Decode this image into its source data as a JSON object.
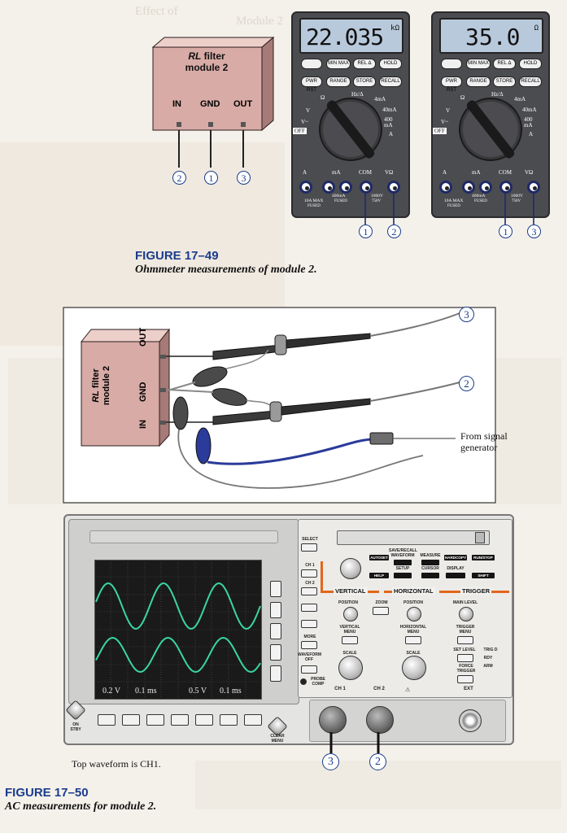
{
  "background_text": [
    "Effect of",
    "Module 2"
  ],
  "module": {
    "title_italic": "RL",
    "title_rest": " filter",
    "title_line2": "module 2",
    "pins": [
      "IN",
      "GND",
      "OUT"
    ],
    "pin_numbers": [
      "2",
      "1",
      "3"
    ]
  },
  "meters": [
    {
      "reading": "22.035",
      "unit": "kΩ",
      "probe_numbers": [
        "1",
        "2"
      ]
    },
    {
      "reading": "35.0",
      "unit": "Ω",
      "probe_numbers": [
        "1",
        "3"
      ]
    }
  ],
  "meter_buttons": [
    "MIN MAX",
    "REL Δ",
    "HOLD",
    "PWR RST",
    "RANGE",
    "STORE",
    "RECALL"
  ],
  "meter_labels": {
    "ohm": "Ω",
    "hz": "Hz/Δ",
    "ma4": "4mA",
    "ma40": "40mA",
    "ma400": "400 mA",
    "aac": "A",
    "vdc": "V",
    "vac": "V~",
    "off": "OFF",
    "jack_a": "A",
    "jack_ma": "mA",
    "jack_com": "COM",
    "jack_v": "VΩ",
    "fuse1": "10A MAX",
    "fuse1b": "FUSED",
    "fuse2": "400mA",
    "fuse2b": "FUSED",
    "maxv": "1000V",
    "maxv2": "750V"
  },
  "fig49": {
    "number": "FIGURE 17–49",
    "title": "Ohmmeter measurements of module 2."
  },
  "probe_setup": {
    "labels": [
      "OUT",
      "GND",
      "IN"
    ],
    "callouts": [
      "3",
      "2"
    ],
    "signal_label": [
      "From signal",
      "generator"
    ]
  },
  "scope": {
    "readouts": [
      "0.2 V",
      "0.1 ms",
      "0.5 V",
      "0.1 ms"
    ],
    "left_buttons": [
      "CH 1",
      "CH 2",
      "MORE",
      "WAVEFORM OFF",
      "PROBE COMP"
    ],
    "top_buttons": [
      "SELECT",
      "AUTOSET",
      "SAVE/RECALL WAVEFORM",
      "MEASURE",
      "HARDCOPY",
      "RUN/STOP",
      "HELP",
      "SETUP",
      "CURSOR",
      "DISPLAY",
      "SHIFT"
    ],
    "sections": [
      "VERTICAL",
      "HORIZONTAL",
      "TRIGGER"
    ],
    "controls": [
      "POSITION",
      "ZOOM",
      "POSITION",
      "MAIN LEVEL",
      "VERTICAL MENU",
      "HORIZONTAL MENU",
      "TRIGGER MENU",
      "SCALE",
      "SCALE",
      "SET LEVEL",
      "TRIG D",
      "RDY",
      "ARM",
      "FORCE TRIGGER"
    ],
    "inputs": [
      "CH 1",
      "CH 2",
      "EXT"
    ],
    "power": [
      "ON",
      "STBY"
    ],
    "clear": [
      "CLEAR",
      "MENU"
    ],
    "callouts": [
      "3",
      "2"
    ]
  },
  "note": "Top waveform is CH1.",
  "fig50": {
    "number": "FIGURE 17–50",
    "title": "AC measurements for module 2."
  },
  "colors": {
    "accent": "#1a3c8c",
    "box": "#d8aba6",
    "lcd": "#b9c9dc",
    "meter": "#4b4c50",
    "scope_trace": "#3ad6a2",
    "orange": "#e2661c",
    "lead_blue": "#2b3b9a"
  }
}
